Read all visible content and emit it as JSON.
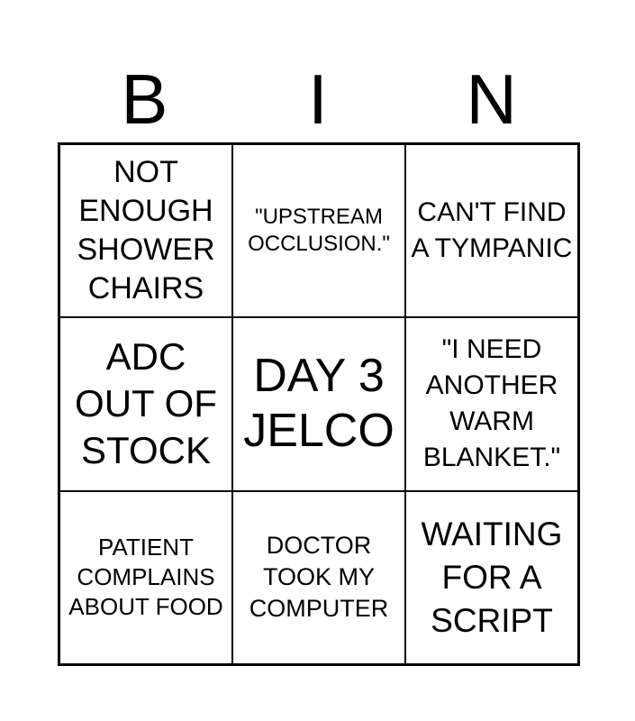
{
  "header": [
    "B",
    "I",
    "N"
  ],
  "cells": [
    {
      "text": "NOT ENOUGH SHOWER CHAIRS",
      "size": 34,
      "lh": 43
    },
    {
      "text": "\"UPSTREAM OCCLUSION.\"",
      "size": 24,
      "lh": 30
    },
    {
      "text": "CAN'T FIND A TYMPANIC",
      "size": 30,
      "lh": 40
    },
    {
      "text": "ADC OUT OF STOCK",
      "size": 42,
      "lh": 52
    },
    {
      "text": "DAY 3 JELCO",
      "size": 52,
      "lh": 61
    },
    {
      "text": "\"I NEED ANOTHER WARM BLANKET.\"",
      "size": 30,
      "lh": 40
    },
    {
      "text": "PATIENT COMPLAINS ABOUT FOOD",
      "size": 26,
      "lh": 33
    },
    {
      "text": "DOCTOR TOOK MY COMPUTER",
      "size": 27,
      "lh": 35
    },
    {
      "text": "WAITING FOR A SCRIPT",
      "size": 37,
      "lh": 48
    }
  ]
}
